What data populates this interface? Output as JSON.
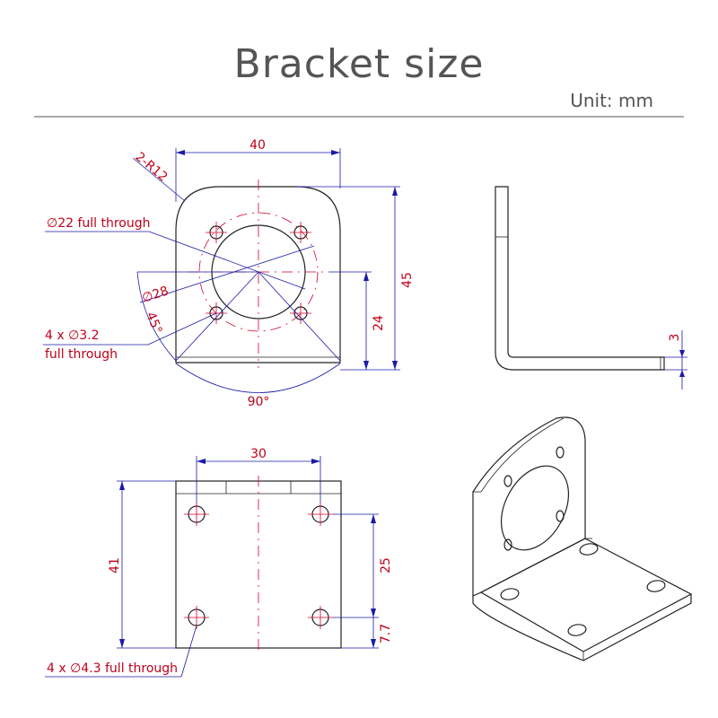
{
  "title": "Bracket size",
  "unit": "Unit: mm",
  "dimensions": {
    "width_top": "40",
    "corner_radius": "2-R12",
    "center_hole": "∅22 full through",
    "bolt_circle": "∅28",
    "angle_45": "45°",
    "small_holes_line1": "4 x ∅3.2",
    "small_holes_line2": "full through",
    "angle_90": "90°",
    "height_total": "45",
    "height_center": "24",
    "thickness": "3",
    "width_bottom": "30",
    "height_bottom": "41",
    "hole_spacing": "25",
    "edge_offset": "7.7",
    "large_holes": "4 x ∅4.3 full through"
  },
  "colors": {
    "dimension_text": "#c0001a",
    "dimension_line": "#1a1aa8",
    "center_line": "#d4002a",
    "outline": "#222222",
    "title": "#555555"
  }
}
